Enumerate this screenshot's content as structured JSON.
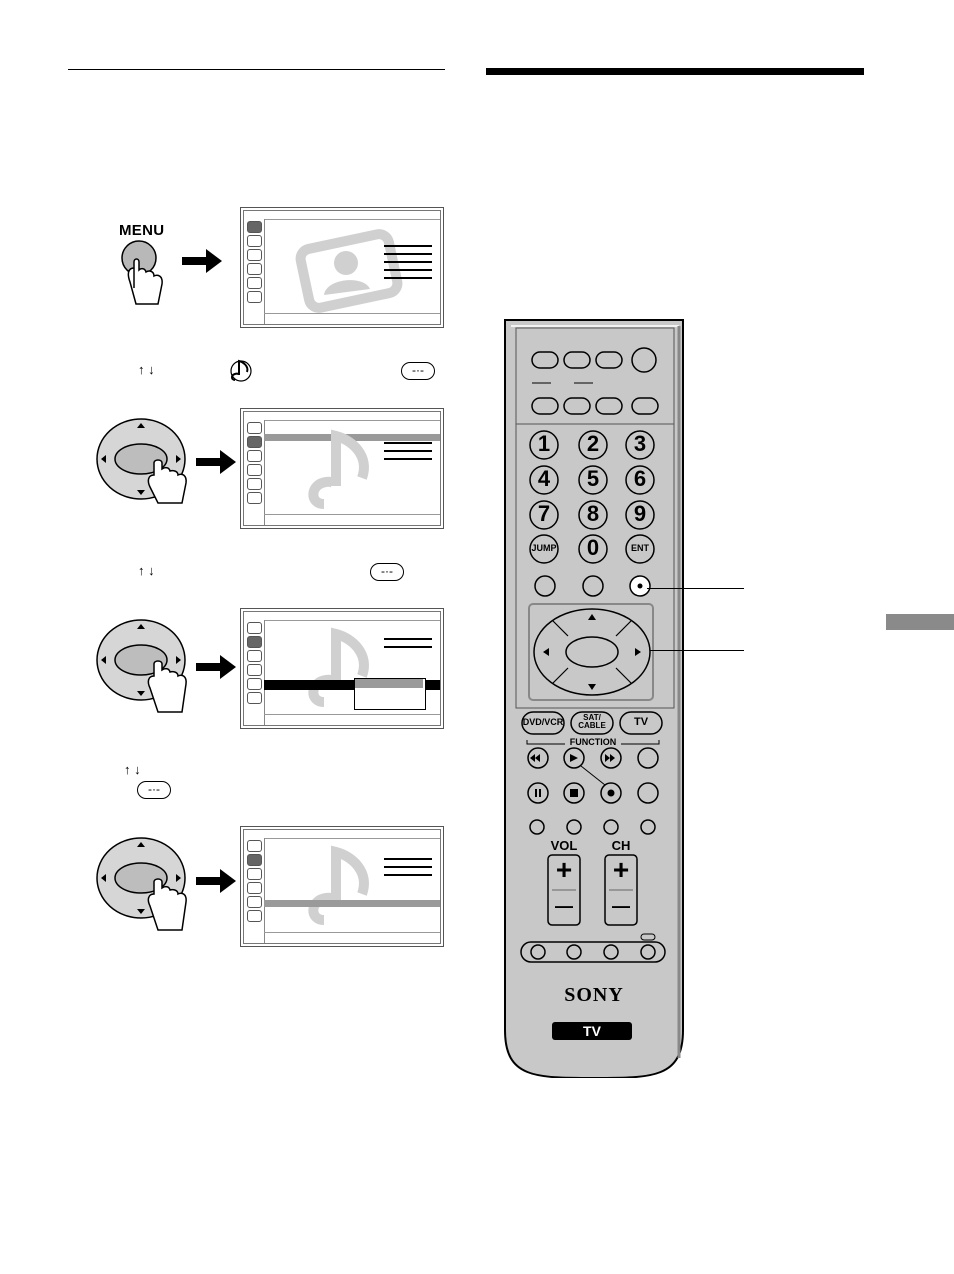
{
  "keys": {
    "menu": "MENU",
    "up_down": "↑ ↓",
    "enter_symbol": "-·-"
  },
  "remote": {
    "brand": "SONY",
    "mode_badge": "TV",
    "number_keys": [
      "1",
      "2",
      "3",
      "4",
      "5",
      "6",
      "7",
      "8",
      "9",
      "JUMP",
      "0",
      "ENT"
    ],
    "function_buttons": [
      "DVD/VCR",
      "SAT/ CABLE",
      "TV"
    ],
    "function_label": "FUNCTION",
    "vol_label": "VOL",
    "ch_label": "CH",
    "plus": "+",
    "minus": "—"
  },
  "colors": {
    "remote_body": "#c8c8c8",
    "screen_highlight": "#9a9a9a",
    "watermark": "#d0d0d0",
    "side_tab": "#8a8a8a"
  }
}
